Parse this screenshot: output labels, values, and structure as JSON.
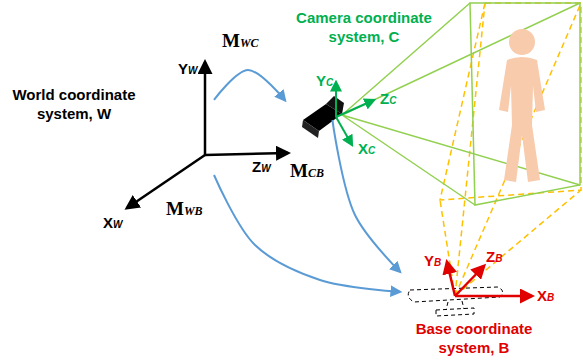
{
  "diagram": {
    "nodes": [
      {
        "text": [
          "World coordinate system, W"
        ]
      },
      {
        "text": [
          "Camera coordinate system, C"
        ]
      },
      {
        "text": [
          "Base coordinate system, B"
        ]
      }
    ],
    "edges": [
      {
        "from": 0,
        "to": 1,
        "arrow": "to",
        "label": "MWC"
      },
      {
        "from": 1,
        "to": 2,
        "arrow": "to",
        "label": "MCB"
      },
      {
        "from": 0,
        "to": 2,
        "arrow": "to",
        "label": "MWB"
      }
    ],
    "labels": [
      "YW",
      "ZW",
      "XW",
      "YC",
      "ZC",
      "XC",
      "YB",
      "ZB",
      "XB"
    ]
  }
}
